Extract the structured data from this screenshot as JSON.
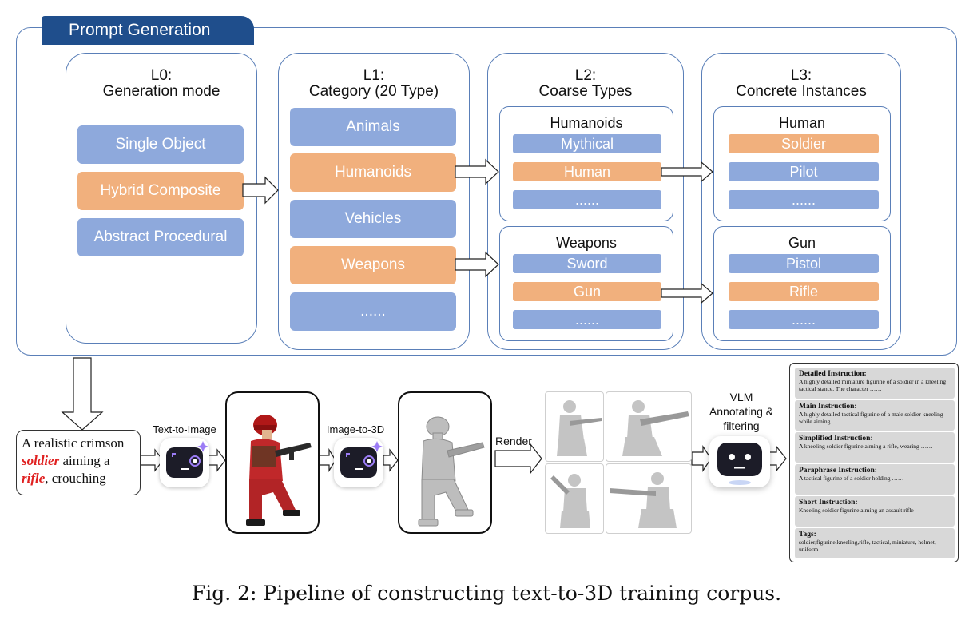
{
  "header": {
    "title": "Prompt Generation"
  },
  "columns": [
    {
      "title_line1": "L0:",
      "title_line2": "Generation mode",
      "items": [
        {
          "label": "Single Object",
          "color": "#8ea9dc"
        },
        {
          "label": "Hybrid Composite",
          "color": "#f1b07d"
        },
        {
          "label": "Abstract Procedural",
          "color": "#8ea9dc"
        }
      ]
    },
    {
      "title_line1": "L1:",
      "title_line2": "Category (20 Type)",
      "items": [
        {
          "label": "Animals",
          "color": "#8ea9dc"
        },
        {
          "label": "Humanoids",
          "color": "#f1b07d"
        },
        {
          "label": "Vehicles",
          "color": "#8ea9dc"
        },
        {
          "label": "Weapons",
          "color": "#f1b07d"
        },
        {
          "label": "......",
          "color": "#8ea9dc"
        }
      ]
    },
    {
      "title_line1": "L2:",
      "title_line2": "Coarse Types",
      "groups": [
        {
          "title": "Humanoids",
          "items": [
            "Mythical",
            "Human",
            "......"
          ]
        },
        {
          "title": "Weapons",
          "items": [
            "Sword",
            "Gun",
            "......"
          ]
        }
      ]
    },
    {
      "title_line1": "L3:",
      "title_line2": "Concrete Instances",
      "groups": [
        {
          "title": "Human",
          "items": [
            "Soldier",
            "Pilot",
            "......"
          ]
        },
        {
          "title": "Gun",
          "items": [
            "Pistol",
            "Rifle",
            "......"
          ]
        }
      ]
    }
  ],
  "pipeline": {
    "prompt_part1": "A realistic crimson ",
    "prompt_word1": "soldier",
    "prompt_part2": " aiming a ",
    "prompt_word2": "rifle",
    "prompt_part3": ", crouching",
    "step1_label": "Text-to-Image",
    "step2_label": "Image-to-3D",
    "step3_label": "Render",
    "vlm_label": "VLM Annotating & filtering"
  },
  "instructions": [
    {
      "heading": "Detailed Instruction:",
      "text": "A highly detailed miniature figurine of a soldier in a kneeling tactical stance. The character ……"
    },
    {
      "heading": "Main Instruction:",
      "text": "A highly detailed tactical figurine of a male soldier kneeling while aiming ……"
    },
    {
      "heading": "Simplified Instruction:",
      "text": "A kneeling soldier figurine aiming a rifle, wearing ……"
    },
    {
      "heading": "Paraphrase Instruction:",
      "text": "A tactical figurine of a soldier holding ……"
    },
    {
      "heading": "Short Instruction:",
      "text": "Kneeling soldier figurine aiming an assault rifle"
    },
    {
      "heading": "Tags:",
      "text": "soldier,figurine,kneeling,rifle, tactical, miniature, helmet, uniform"
    }
  ],
  "caption": "Fig. 2: Pipeline of constructing text-to-3D training corpus.",
  "colors": {
    "frame": "#5a7fb8",
    "title_bg": "#1f4e8c",
    "blue": "#8ea9dc",
    "orange": "#f1b07d",
    "highlight": "#e02020"
  }
}
